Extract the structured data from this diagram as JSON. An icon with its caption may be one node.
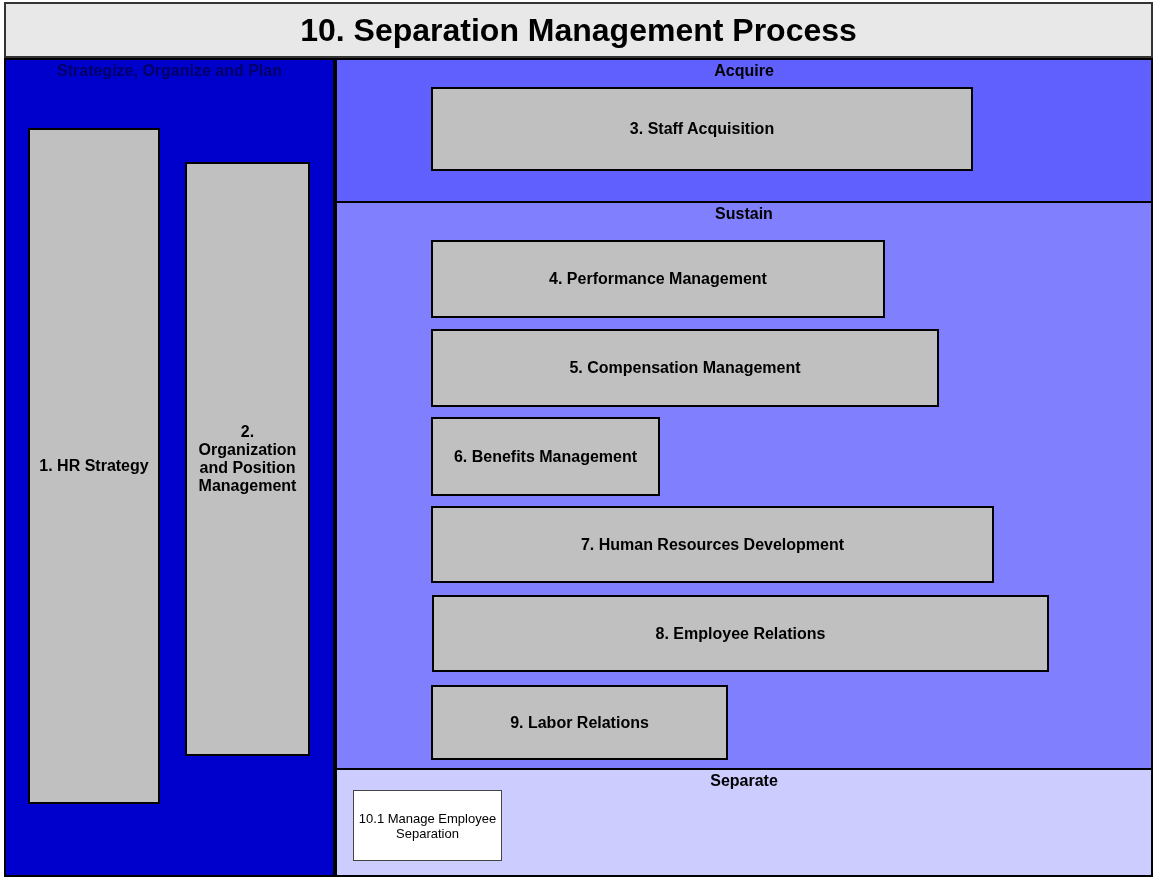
{
  "diagram": {
    "title": "10. Separation Management Process",
    "nodes": [
      {
        "text": [
          "Strategize, Organize and Plan"
        ]
      },
      {
        "text": [
          "1. HR Strategy"
        ],
        "in": 0
      },
      {
        "text": [
          "2. Organization and Position Management"
        ],
        "in": 0
      },
      {
        "text": [
          "Acquire"
        ]
      },
      {
        "text": [
          "3. Staff Acquisition"
        ],
        "in": 3
      },
      {
        "text": [
          "Sustain"
        ]
      },
      {
        "text": [
          "4. Performance Management"
        ],
        "in": 5
      },
      {
        "text": [
          "5. Compensation Management"
        ],
        "in": 5
      },
      {
        "text": [
          "6. Benefits Management"
        ],
        "in": 5
      },
      {
        "text": [
          "7. Human Resources Development"
        ],
        "in": 5
      },
      {
        "text": [
          "8. Employee Relations"
        ],
        "in": 5
      },
      {
        "text": [
          "9. Labor Relations"
        ],
        "in": 5
      },
      {
        "text": [
          "Separate"
        ]
      },
      {
        "text": [
          "10.1 Manage Employee Separation"
        ],
        "in": 12
      }
    ],
    "edges": []
  }
}
